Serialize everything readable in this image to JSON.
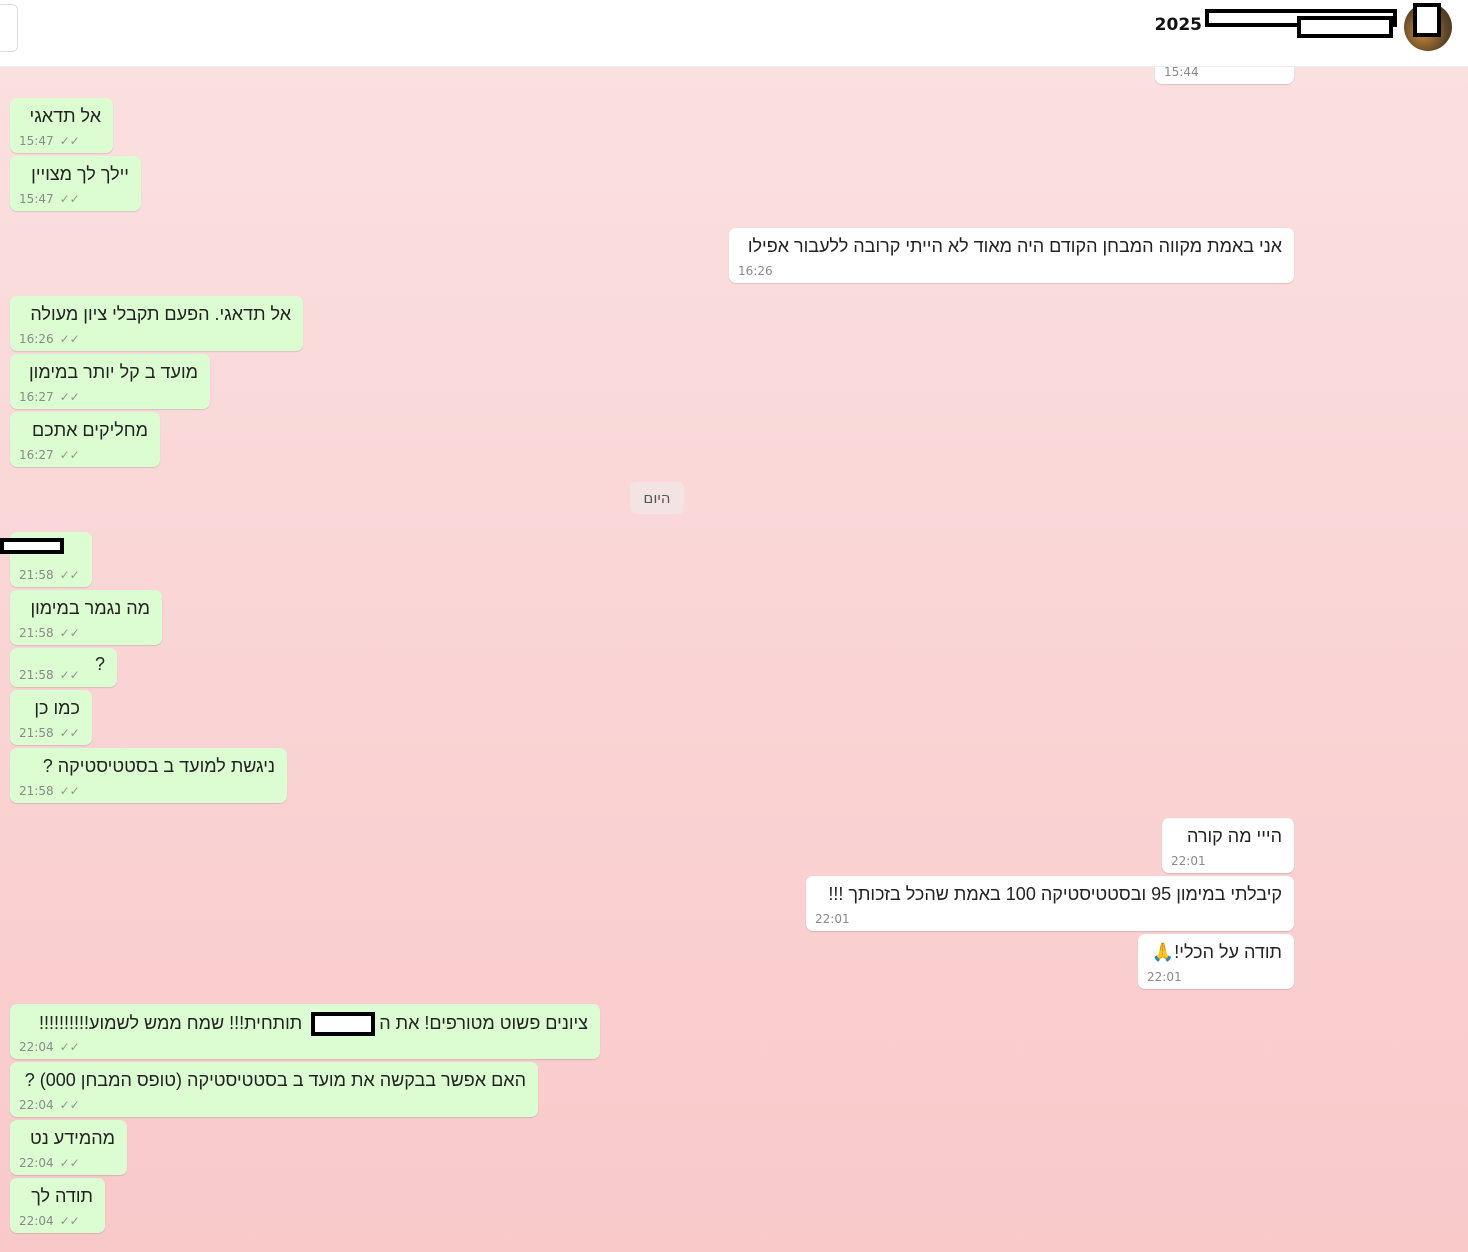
{
  "header": {
    "title": "2025",
    "hidden_name_note": ""
  },
  "date_separator": "היום",
  "messages": [
    {
      "dir": "out",
      "text": "",
      "time": "15:44"
    },
    {
      "dir": "in",
      "text": "אל תדאגי",
      "time": "15:47"
    },
    {
      "dir": "in",
      "text": "יילך לך מצויין",
      "time": "15:47"
    },
    {
      "dir": "out",
      "text": "אני באמת מקווה המבחן הקודם היה מאוד לא הייתי קרובה ללעבור אפילו",
      "time": "16:26"
    },
    {
      "dir": "in",
      "text": "אל תדאגי. הפעם תקבלי ציון מעולה",
      "time": "16:26"
    },
    {
      "dir": "in",
      "text": "מועד ב קל יותר במימון",
      "time": "16:27"
    },
    {
      "dir": "in",
      "text": "מחליקים אתכם",
      "time": "16:27"
    },
    {
      "dir": "in",
      "text": "",
      "time": "21:58"
    },
    {
      "dir": "in",
      "text": "מה נגמר במימון",
      "time": "21:58"
    },
    {
      "dir": "in",
      "text": "?",
      "time": "21:58"
    },
    {
      "dir": "in",
      "text": "כמו כן",
      "time": "21:58"
    },
    {
      "dir": "in",
      "text": "ניגשת למועד ב בסטטיסטיקה ?",
      "time": "21:58"
    },
    {
      "dir": "out",
      "text": "הייי מה קורה",
      "time": "22:01"
    },
    {
      "dir": "out",
      "text": "קיבלתי במימון 95 ובסטטיסטיקה 100  באמת שהכל בזכותך !!!",
      "time": "22:01"
    },
    {
      "dir": "out",
      "text": "תודה על הכלי!🙏",
      "time": "22:01"
    },
    {
      "dir": "in",
      "text": "ציונים פשוט מטורפים! את ה            תותחית!!! שמח ממש לשמוע!!!!!!!!!!",
      "time": "22:04"
    },
    {
      "dir": "in",
      "text": "האם אפשר בבקשה את מועד ב בסטטיסטיקה (טופס המבחן 000) ?",
      "time": "22:04"
    },
    {
      "dir": "in",
      "text": "מהמידע נט",
      "time": "22:04"
    },
    {
      "dir": "in",
      "text": "תודה לך",
      "time": "22:04"
    }
  ],
  "check_icon": "✓✓"
}
